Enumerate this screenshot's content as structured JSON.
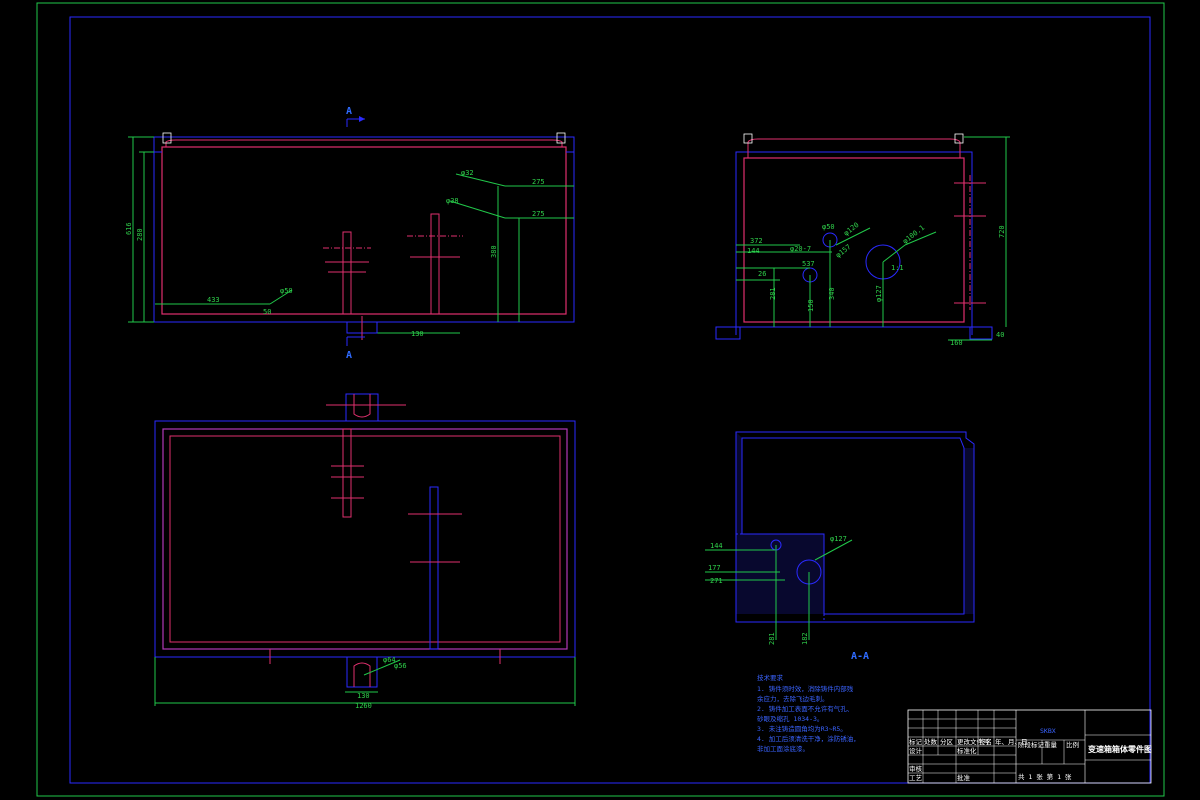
{
  "section_marks": {
    "upper": "A",
    "lower": "A",
    "section_title": "A-A"
  },
  "front_view": {
    "dims": [
      "433",
      "φ50",
      "50",
      "616",
      "280",
      "380",
      "130",
      "φ32",
      "φ38",
      "275",
      "275"
    ]
  },
  "side_view": {
    "dims": [
      "372",
      "144",
      "φ20-7",
      "537",
      "φ50",
      "26",
      "340",
      "150",
      "281",
      "φ120",
      "φ100.1",
      "φ157",
      "φ127",
      "1:1",
      "160",
      "40",
      "720"
    ]
  },
  "plan_view": {
    "dims": [
      "130",
      "1260",
      "φ64",
      "φ56"
    ]
  },
  "section_view": {
    "dims": [
      "144",
      "177",
      "271",
      "φ127",
      "281",
      "182"
    ]
  },
  "notes": {
    "title": "技术要求",
    "lines": [
      "1. 铸件须时效，消除铸件内部残",
      "余应力，去除飞边毛刺。",
      "2. 铸件加工表面不允许有气孔、",
      "砂眼及缩孔 1034-3。",
      "3. 未注铸造圆角均为R3~R5。",
      "4. 加工后须清洗干净，涂防锈油，",
      "非加工面涂底漆。"
    ]
  },
  "title_block": {
    "drawing_name": "变速箱箱体零件图",
    "part_no": "SKBX",
    "row_headers": [
      "标记",
      "处数",
      "分区",
      "更改文件号",
      "签名",
      "年、月、日"
    ],
    "roles": [
      "设计",
      "审核",
      "工艺",
      "批准"
    ],
    "standard": "标准化",
    "stage_label": "阶段标记",
    "weight_label": "重量",
    "scale_label": "比例",
    "sheet_info": "共 1 张  第 1 张"
  }
}
